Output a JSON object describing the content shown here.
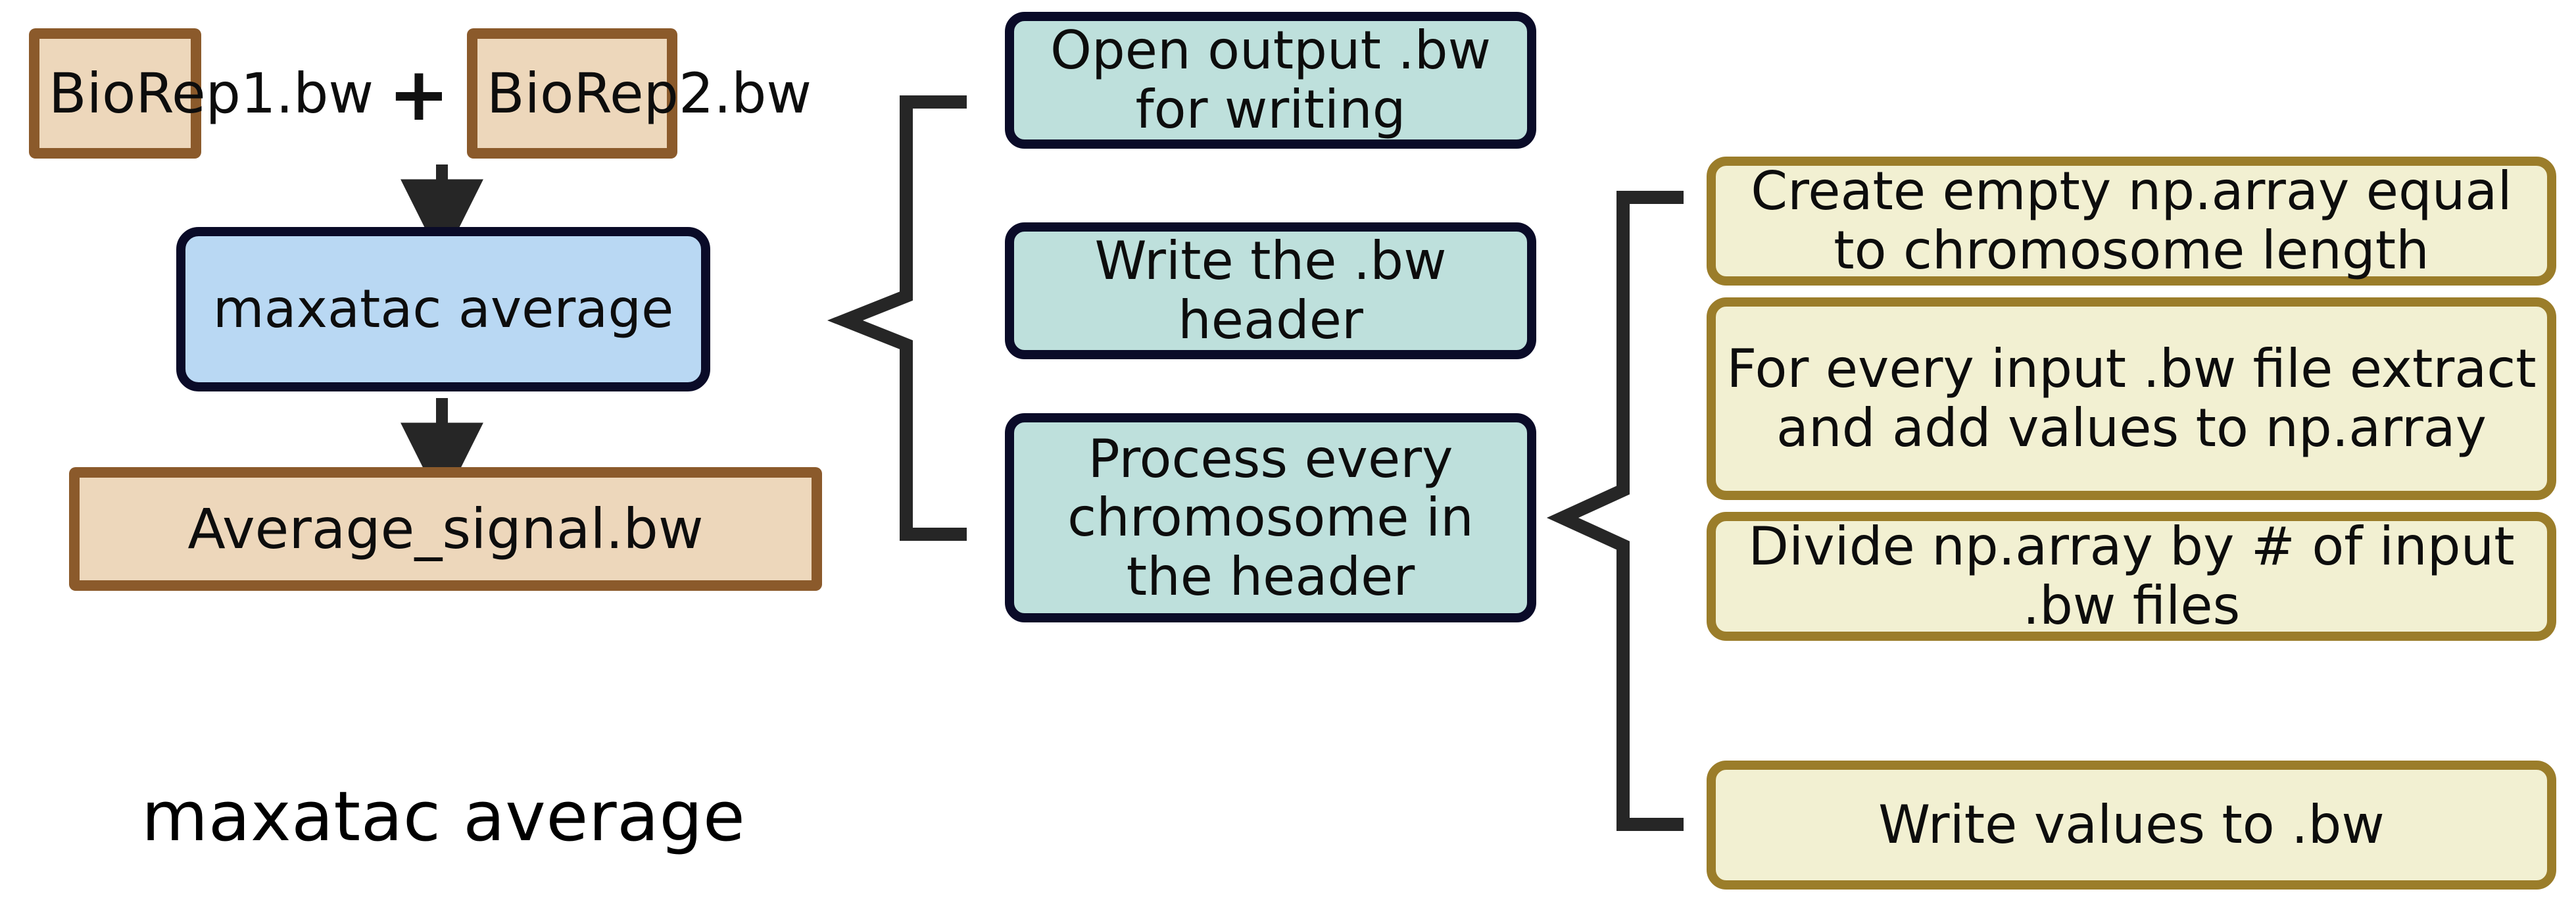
{
  "diagram": {
    "caption": "maxatac average",
    "operator": "+",
    "colors": {
      "file_fill": "#EDD7BB",
      "file_border": "#8B5A2B",
      "command_fill": "#B9D8F3",
      "command_border": "#0A0B28",
      "step_fill": "#BEE0DC",
      "step_border": "#0A0B28",
      "detail_fill": "#F2F0D2",
      "detail_border": "#9B7D2A",
      "connector": "#262626"
    },
    "inputs": [
      {
        "label": "BioRep1.bw"
      },
      {
        "label": "BioRep2.bw"
      }
    ],
    "command": {
      "label": "maxatac average"
    },
    "output": {
      "label": "Average_signal.bw"
    },
    "steps": [
      {
        "label": "Open output .bw for writing"
      },
      {
        "label": "Write the .bw header"
      },
      {
        "label": "Process every chromosome in the header"
      }
    ],
    "details": [
      {
        "label": "Create empty np.array equal to chromosome length"
      },
      {
        "label": "For every input .bw file extract and add values to np.array"
      },
      {
        "label": "Divide np.array by # of input .bw files"
      },
      {
        "label": "Write values to .bw"
      }
    ]
  }
}
